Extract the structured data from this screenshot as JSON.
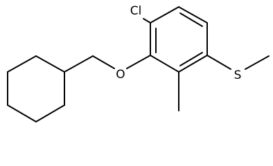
{
  "structure": {
    "atoms": {
      "cl": "Cl",
      "o": "O",
      "s": "S"
    }
  },
  "colors": {
    "ink": "#000000",
    "background": "#ffffff"
  }
}
